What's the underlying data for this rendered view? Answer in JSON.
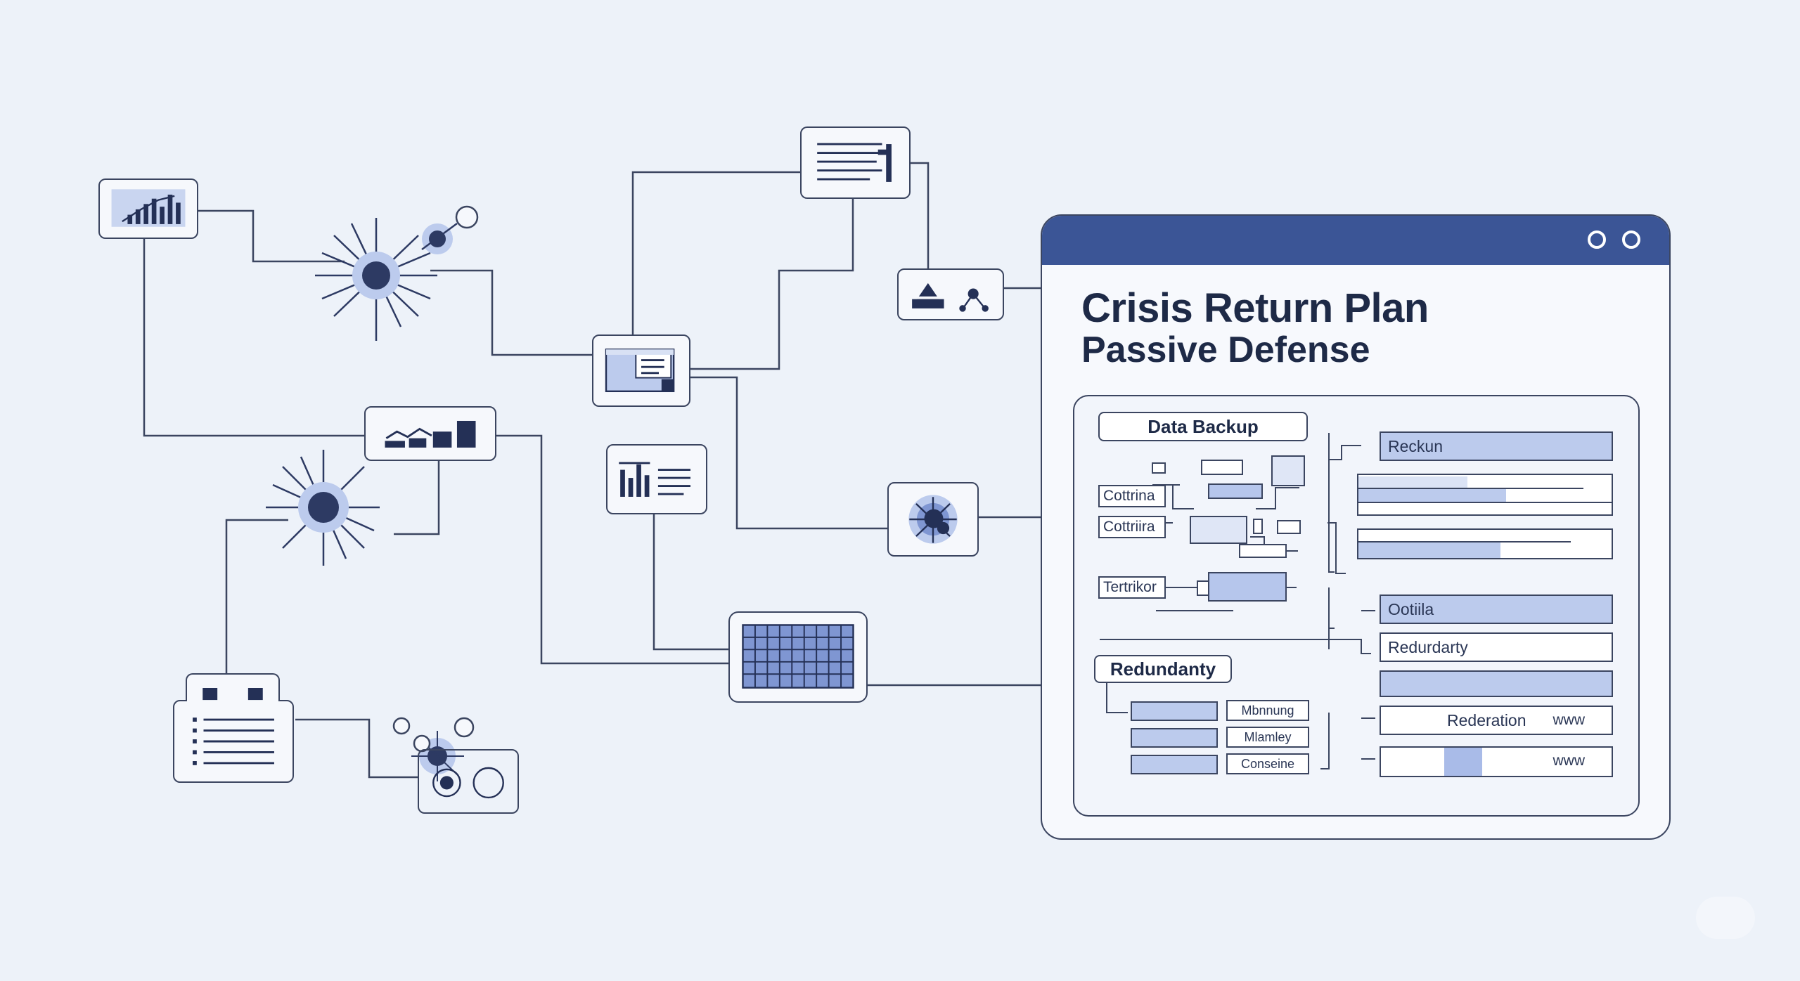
{
  "panel": {
    "title": "Crisis Return Plan",
    "subtitle": "Passive Defense",
    "header_color": "#3b5596",
    "data_backup_label": "Data Backup",
    "redundancy_label": "Redundanty",
    "left_labels": [
      "Cottrina",
      "Cottriira",
      "Tertrikor"
    ],
    "sub_labels": [
      "Mbnnung",
      "Mlamley",
      "Conseine"
    ],
    "fields": [
      {
        "label": "Reckun"
      },
      {
        "label": ""
      },
      {
        "label": ""
      },
      {
        "label": "Ootiila"
      },
      {
        "label": "Redurdarty"
      },
      {
        "label": ""
      },
      {
        "label": "Rederation",
        "suffix": "www"
      },
      {
        "label": "",
        "suffix": "www"
      }
    ]
  },
  "icons": {
    "left_nodes": [
      "bar-chart-icon",
      "burst-icon",
      "dashboard-icon",
      "document-icon",
      "line-bar-chart-icon",
      "bar-list-icon",
      "warning-network-icon",
      "network-burst-icon",
      "grid-table-icon",
      "server-list-icon",
      "camera-burst-icon"
    ]
  },
  "colors": {
    "background": "#edf2f9",
    "line": "#3b4560",
    "accent": "#3b5596",
    "fill": "#bccbed"
  }
}
